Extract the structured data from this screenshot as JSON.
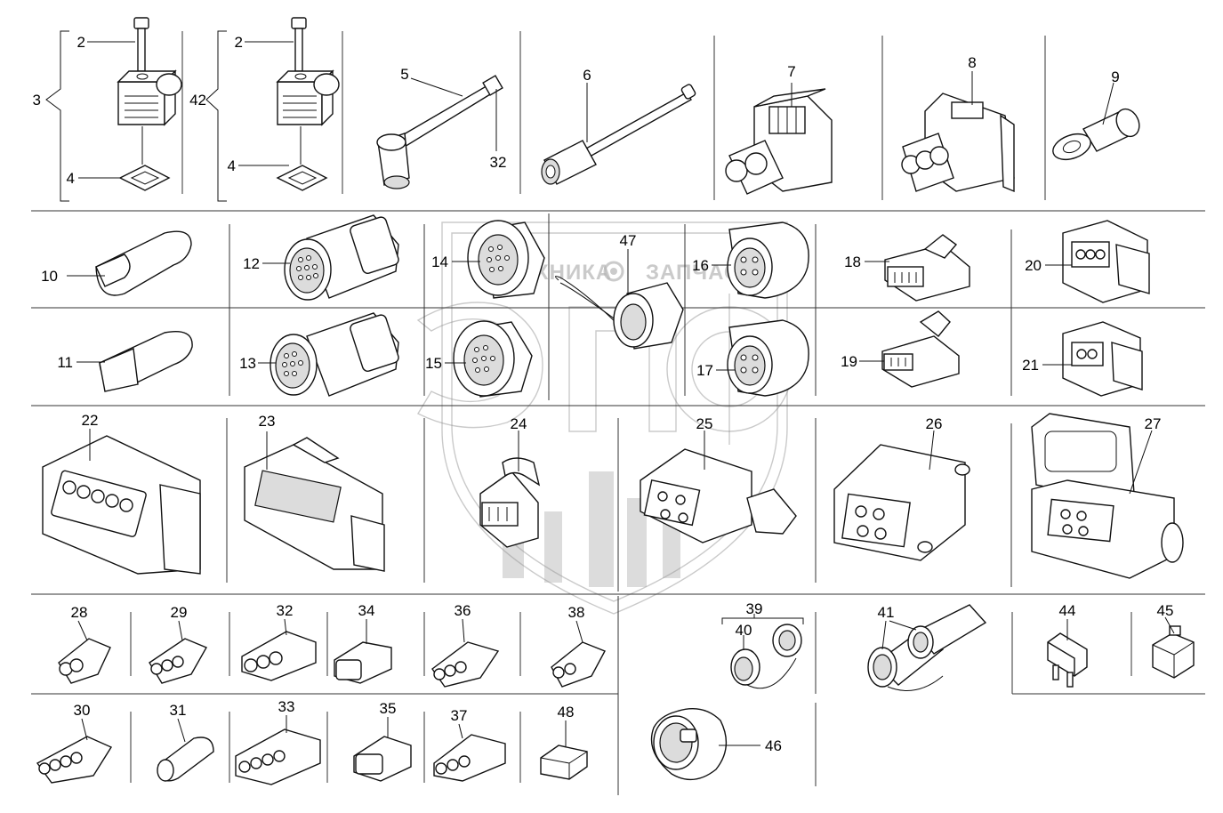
{
  "watermark": {
    "left_text": "ТЕХНИКА",
    "right_text": "ЗАПЧАСТИ",
    "mark": "ЭПФ"
  },
  "callouts": [
    "2",
    "3",
    "4",
    "2",
    "42",
    "4",
    "5",
    "32",
    "6",
    "7",
    "8",
    "9",
    "10",
    "12",
    "14",
    "47",
    "16",
    "18",
    "20",
    "11",
    "13",
    "15",
    "17",
    "19",
    "21",
    "22",
    "23",
    "24",
    "25",
    "26",
    "27",
    "28",
    "29",
    "32",
    "34",
    "36",
    "38",
    "39",
    "40",
    "41",
    "44",
    "45",
    "30",
    "31",
    "33",
    "35",
    "37",
    "48",
    "46"
  ]
}
